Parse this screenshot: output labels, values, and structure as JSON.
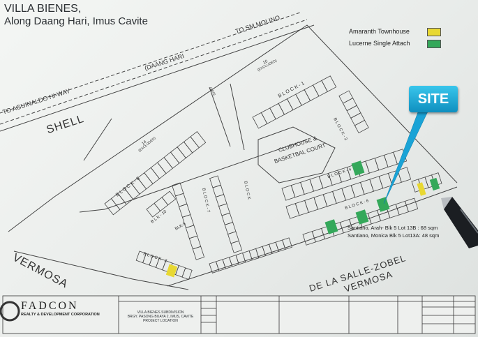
{
  "map": {
    "title_line1": "VILLA BIENES,",
    "title_line2": "Along Daang Hari, Imus Cavite",
    "roads": {
      "to_molino": "TO SM MOLINO",
      "daang_hari": "(DAANG HARI",
      "aguinaldo": "TO AGUINALDO HI-WAY",
      "shell": "SHELL",
      "vermosa_left": "VERMOSA",
      "dela_salle": "DE LA SALLE-ZOBEL",
      "vermosa_bottom": "VERMOSA"
    },
    "legend": [
      {
        "label": "Amaranth Townhouse",
        "color": "#e8d832"
      },
      {
        "label": "Lucerne Single Attach",
        "color": "#34a85a"
      }
    ],
    "site_label": "SITE",
    "amenity": {
      "line1": "CLUBHOUSE &",
      "line2": "BASKETBAL COURT"
    },
    "blocks": {
      "block1": "B L O C K - 1",
      "block3": "B L O C K - 3",
      "block4": "B L O C K - 4",
      "block6": "B L O C K - 6",
      "block8": "B L O C K - 8",
      "block9": "B L O C K",
      "block10": "B L K - 10",
      "blk5": "BLK-5",
      "block2": "B L O C K - 2",
      "block7": "B L O C K - 7"
    },
    "excluded": {
      "lot14": "14",
      "lot14_note": "(EXCLUDED)",
      "lot10": "10",
      "lot10_note": "(EXCLUDED)"
    },
    "gate": "GATE",
    "lot_info": [
      "Santiano, Arah- Blk 5 Lot 13B : 68 sqm",
      "Santiano, Monica Blk 5 Lot13A: 48 sqm"
    ],
    "colors": {
      "site": "#1aa3d6",
      "amaranth": "#e8d832",
      "lucerne": "#34a85a"
    }
  },
  "footer": {
    "company_name": "FADCON",
    "company_sub": "REALTY & DEVELOPMENT CORPORATION",
    "project_line1": "VILLA BIENES SUBDIVISION",
    "project_line2": "BRGY. PASONG BUAYA 2, IMUS, CAVITE",
    "project_line3": "PROJECT LOCATION"
  }
}
